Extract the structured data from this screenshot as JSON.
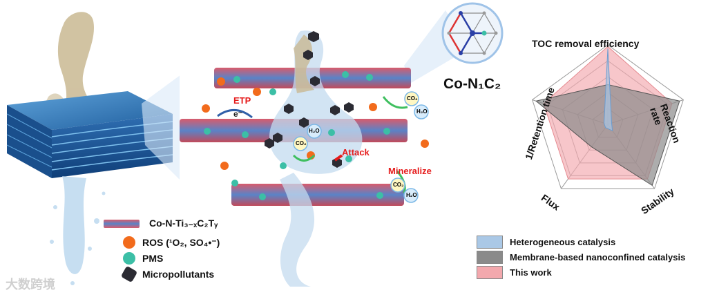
{
  "catalyst_label": "Co-N₁C₂",
  "process_labels": {
    "etp": "ETP",
    "electron": "e⁻",
    "attack": "Attack",
    "mineralize": "Mineralize"
  },
  "molecules": {
    "co2": "CO₂",
    "h2o": "H₂O"
  },
  "legend": {
    "material": "Co-N-Ti₃₋ₓC₂Tᵧ",
    "ros": "ROS (¹O₂, SO₄•⁻)",
    "pms": "PMS",
    "micropollutants": "Micropollutants"
  },
  "radar": {
    "axes": [
      "TOC removal efficiency",
      "Reaction rate",
      "Stability",
      "Flux",
      "1/Retention time"
    ],
    "series": [
      {
        "name": "Heterogeneous catalysis",
        "values": [
          0.95,
          0.05,
          0.1,
          0.05,
          0.05
        ],
        "color": "#aac8e6"
      },
      {
        "name": "Membrane-based nanoconfined catalysis",
        "values": [
          0.5,
          0.95,
          0.95,
          0.35,
          0.95
        ],
        "color": "#8a8a8a"
      },
      {
        "name": "This work",
        "values": [
          0.98,
          0.85,
          0.85,
          0.85,
          0.85
        ],
        "color": "#f3a8ad"
      }
    ]
  },
  "watermark": "大数跨境",
  "colors": {
    "ros": "#f26b1c",
    "pms": "#3cbfa6",
    "pollutant": "#2b2b33",
    "accent_red": "#e51b1b"
  }
}
